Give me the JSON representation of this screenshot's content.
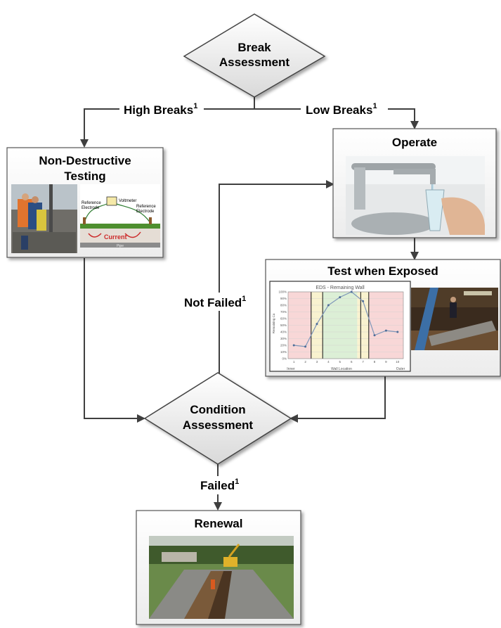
{
  "nodes": {
    "break_assessment": [
      "Break",
      "Assessment"
    ],
    "condition_assessment": [
      "Condition",
      "Assessment"
    ],
    "non_destructive_testing": [
      "Non-Destructive",
      "Testing"
    ],
    "operate": "Operate",
    "test_when_exposed": "Test when Exposed",
    "renewal": "Renewal"
  },
  "edges": {
    "high_breaks": "High Breaks",
    "low_breaks": "Low Breaks",
    "not_failed": "Not Failed",
    "failed": "Failed",
    "footnote_mark": "1"
  },
  "ndt_diagram": {
    "voltmeter": "Voltmeter",
    "reference_electrode_left": [
      "Reference",
      "Electrode"
    ],
    "reference_electrode_right": [
      "Reference",
      "Electrode"
    ],
    "current": "Current",
    "pipe": "Pipe"
  },
  "chart_data": {
    "type": "line",
    "title": "EDS - Remaining Wall",
    "ylabel": "Remaining Ca",
    "xlabel": "Wall Location",
    "x_end_labels": [
      "Inner",
      "Outer"
    ],
    "categories": [
      "1",
      "2",
      "3",
      "4",
      "5",
      "6",
      "7",
      "8",
      "9",
      "10"
    ],
    "y_ticks": [
      "100%",
      "90%",
      "80%",
      "70%",
      "60%",
      "50%",
      "40%",
      "30%",
      "20%",
      "10%",
      "0%"
    ],
    "ylim": [
      0,
      100
    ],
    "series": [
      {
        "values": [
          20,
          18,
          52,
          80,
          92,
          100,
          86,
          35,
          42,
          40
        ]
      }
    ],
    "zones": [
      {
        "from": 0.5,
        "to": 2.5,
        "color": "#f8d7d7"
      },
      {
        "from": 2.5,
        "to": 3.5,
        "color": "#f9f2cf"
      },
      {
        "from": 3.5,
        "to": 6.5,
        "color": "#dcefd6"
      },
      {
        "from": 6.5,
        "to": 7.5,
        "color": "#f9f2cf"
      },
      {
        "from": 7.5,
        "to": 10.5,
        "color": "#f8d7d7"
      }
    ],
    "dividers": [
      2.5,
      3.5,
      6.8,
      7.5
    ],
    "grid": true,
    "line_color": "#7f96b9"
  }
}
